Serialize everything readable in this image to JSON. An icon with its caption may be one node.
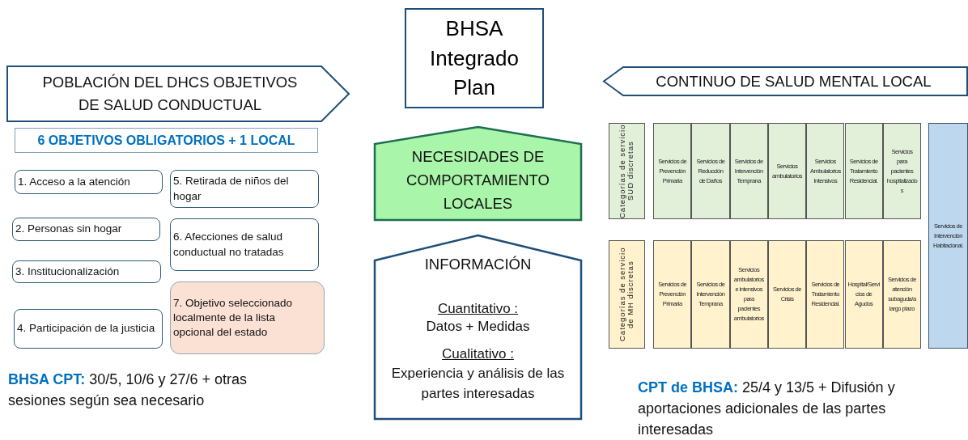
{
  "diagram": {
    "nodes": [
      {
        "text": [
          "BHSA Integrado Plan"
        ]
      },
      {
        "text": [
          "POBLACIÓN DEL DHCS OBJETIVOS DE SALUD CONDUCTUAL"
        ]
      },
      {
        "text": [
          "CONTINUO DE SALUD MENTAL LOCAL"
        ]
      },
      {
        "text": [
          "6 OBJETIVOS OBLIGATORIOS + 1 LOCAL"
        ]
      },
      {
        "text": [
          "1. Acceso a la atención"
        ]
      },
      {
        "text": [
          "2. Personas sin hogar"
        ]
      },
      {
        "text": [
          "3. Institucionalización"
        ]
      },
      {
        "text": [
          "4. Participación de la justicia"
        ]
      },
      {
        "text": [
          "5. Retirada de niños del hogar"
        ]
      },
      {
        "text": [
          "6. Afecciones de salud conductual no tratadas"
        ]
      },
      {
        "text": [
          "7. Objetivo seleccionado localmente de la lista opcional del estado"
        ]
      },
      {
        "text": [
          "NECESIDADES DE COMPORTAMIENTO LOCALES"
        ]
      },
      {
        "text": [
          "INFORMACIÓN",
          "Cuantitativo :",
          "Datos + Medidas",
          "Cualitativo :",
          "Experiencia y análisis de las partes interesadas"
        ]
      },
      {
        "text": [
          "Categorías de servicio SUD discretas"
        ]
      },
      {
        "text": [
          "Servicios de Prevención Primaria"
        ]
      },
      {
        "text": [
          "Servicios de Reducción de Daños"
        ]
      },
      {
        "text": [
          "Servicios de Intervención Temprana"
        ]
      },
      {
        "text": [
          "Servicios ambulatorios"
        ]
      },
      {
        "text": [
          "Servicios Ambulatorios Intensivos"
        ]
      },
      {
        "text": [
          "Servicios de Tratamiento Residencial."
        ]
      },
      {
        "text": [
          "Servicios para pacientes hospitalizados"
        ]
      },
      {
        "text": [
          "Servicios de Intervención Habitacional."
        ]
      },
      {
        "text": [
          "Categorías de servicio de MH discretas"
        ]
      },
      {
        "text": [
          "Servicios de Prevención Primaria"
        ]
      },
      {
        "text": [
          "Servicios de Intervención Temprana"
        ]
      },
      {
        "text": [
          "Servicios ambulatorios e intensivos para pacientes ambulatorios"
        ]
      },
      {
        "text": [
          "Servicios de Crisis"
        ]
      },
      {
        "text": [
          "Servicios de Tratamiento Residencial."
        ]
      },
      {
        "text": [
          "Hospital/Servicios de Agudos"
        ]
      },
      {
        "text": [
          "Servicios de atención subaguda/a largo plazo"
        ]
      }
    ],
    "edges": [],
    "labels": [
      "**BHSA CPT:** 30/5, 10/6 y 27/6 + otras sesiones según sea necesario",
      "**CPT de BHSA:** 25/4 y 13/5 + Difusión y aportaciones adicionales de las partes interesadas"
    ]
  }
}
